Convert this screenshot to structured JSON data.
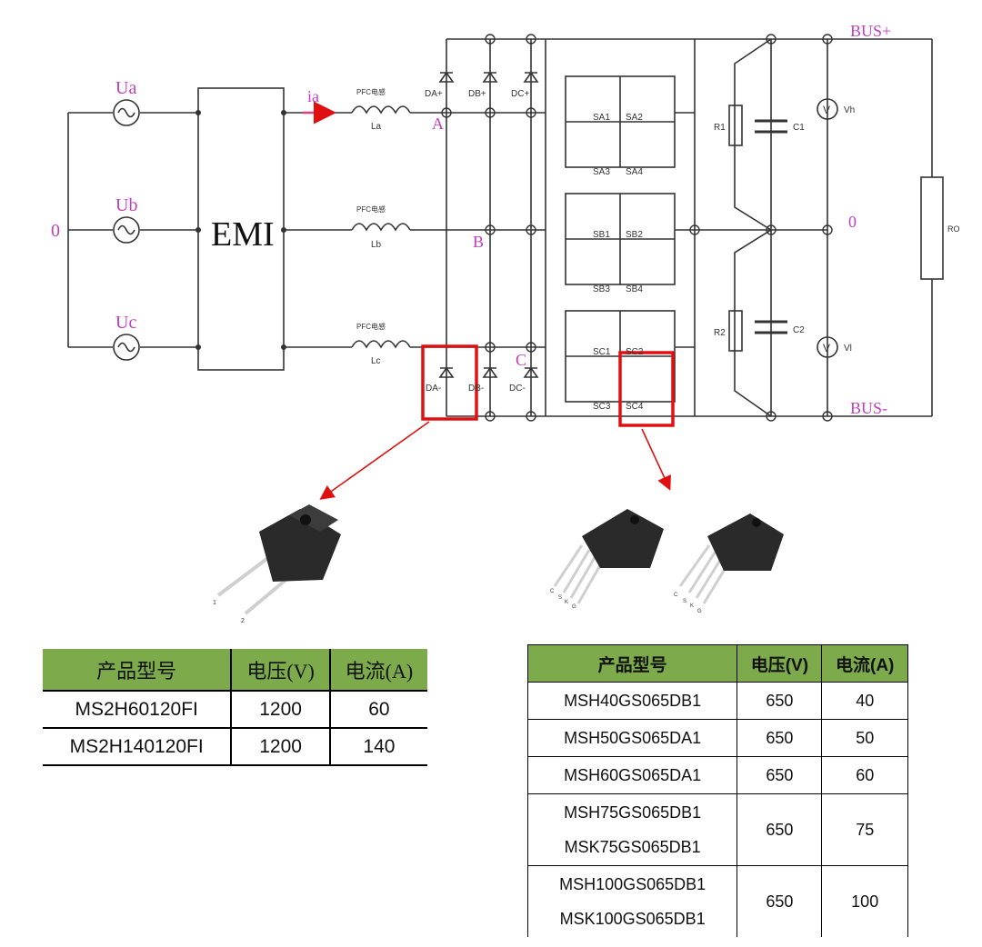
{
  "schematic": {
    "phase_sources": [
      "Ua",
      "Ub",
      "Uc"
    ],
    "neutral_label": "0",
    "emi_label": "EMI",
    "current_label": "ia",
    "inductor_caption": "PFC电感",
    "inductors": [
      "La",
      "Lb",
      "Lc"
    ],
    "node_labels": [
      "A",
      "B",
      "C"
    ],
    "diodes_top": [
      "DA+",
      "DB+",
      "DC+"
    ],
    "diodes_bottom": [
      "DA-",
      "DB-",
      "DC-"
    ],
    "switches": [
      [
        "SA1",
        "SA2",
        "SA3",
        "SA4"
      ],
      [
        "SB1",
        "SB2",
        "SB3",
        "SB4"
      ],
      [
        "SC1",
        "SC2",
        "SC3",
        "SC4"
      ]
    ],
    "resistors": [
      "R1",
      "R2"
    ],
    "capacitors": [
      "C1",
      "C2"
    ],
    "meters": [
      "Vh",
      "Vl"
    ],
    "meter_symbol": "V",
    "load_label": "RO",
    "bus_plus": "BUS+",
    "bus_minus": "BUS-",
    "mid_label": "0"
  },
  "packages": {
    "diode_pins": [
      "1",
      "2"
    ],
    "mosfet_pins": [
      "C",
      "S",
      "K",
      "G"
    ]
  },
  "diode_table": {
    "headers": [
      "产品型号",
      "电压(V)",
      "电流(A)"
    ],
    "rows": [
      {
        "model": "MS2H60120FI",
        "voltage": "1200",
        "current": "60"
      },
      {
        "model": "MS2H140120FI",
        "voltage": "1200",
        "current": "140"
      }
    ]
  },
  "mosfet_table": {
    "headers": [
      "产品型号",
      "电压(V)",
      "电流(A)"
    ],
    "rows": [
      {
        "model_a": "MSH40GS065DB1",
        "model_b": "",
        "voltage": "650",
        "current": "40"
      },
      {
        "model_a": "MSH50GS065DA1",
        "model_b": "",
        "voltage": "650",
        "current": "50"
      },
      {
        "model_a": "MSH60GS065DA1",
        "model_b": "",
        "voltage": "650",
        "current": "60"
      },
      {
        "model_a": "MSH75GS065DB1",
        "model_b": "MSK75GS065DB1",
        "voltage": "650",
        "current": "75"
      },
      {
        "model_a": "MSH100GS065DB1",
        "model_b": "MSK100GS065DB1",
        "voltage": "650",
        "current": "100"
      }
    ]
  },
  "colors": {
    "wire": "#333333",
    "label_magenta": "#c040c0",
    "highlight": "#e01010",
    "table_header": "#7dab4c"
  }
}
